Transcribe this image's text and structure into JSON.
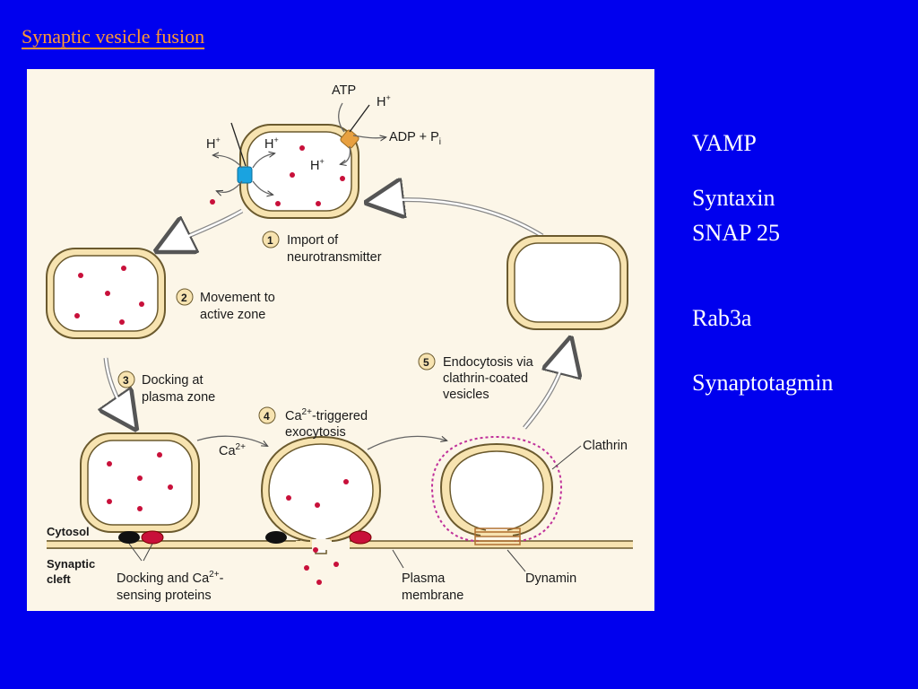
{
  "slide": {
    "title": "Synaptic vesicle fusion"
  },
  "terms": [
    "VAMP",
    "Syntaxin",
    "SNAP 25",
    "Rab3a",
    "Synaptotagmin"
  ],
  "figure": {
    "step1": {
      "number": "1",
      "line1": "Import of",
      "line2": "neurotransmitter"
    },
    "step2": {
      "number": "2",
      "line1": "Movement to",
      "line2": "active zone"
    },
    "step3": {
      "number": "3",
      "line1": "Docking at",
      "line2": "plasma zone"
    },
    "step4": {
      "number": "4",
      "line1_base": "Ca",
      "line1_sup": "2+",
      "line1_rest": "-triggered",
      "line2": "exocytosis"
    },
    "step5": {
      "number": "5",
      "line1": "Endocytosis via",
      "line2": "clathrin-coated",
      "line3": "vesicles"
    },
    "atp": "ATP",
    "adp_base": "ADP + P",
    "adp_sub": "i",
    "h_base": "H",
    "h_sup": "+",
    "ca_base": "Ca",
    "ca_sup": "2+",
    "clathrin": "Clathrin",
    "cytosol": "Cytosol",
    "synaptic_cleft_1": "Synaptic",
    "synaptic_cleft_2": "cleft",
    "docking_line1_base": "Docking and Ca",
    "docking_line1_sup": "2+",
    "docking_line1_rest": "-",
    "docking_line2": "sensing proteins",
    "plasma_1": "Plasma",
    "plasma_2": "membrane",
    "dynamin": "Dynamin",
    "colors": {
      "background": "#0000ee",
      "title": "#ff9933",
      "membrane_fill": "#f7e3b0",
      "membrane_stroke": "#6b5a2e",
      "neurotransmitter": "#c8103a",
      "proton_pump": "#1aa3e0",
      "atpase": "#e8a040",
      "clathrin": "#c0309a",
      "docking_black": "#111111",
      "docking_red": "#c8103a"
    }
  }
}
